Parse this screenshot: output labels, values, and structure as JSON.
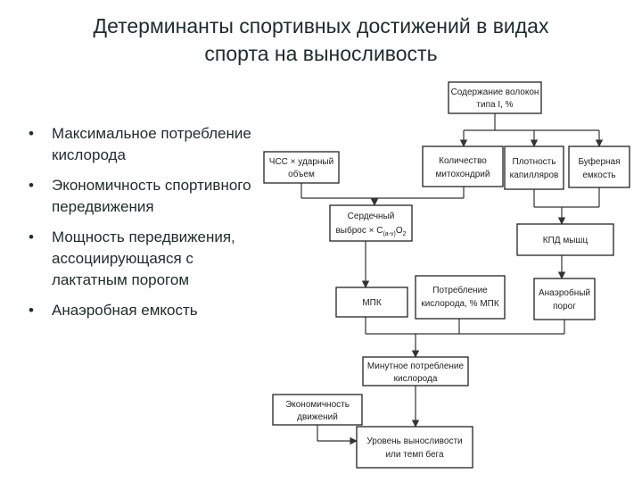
{
  "title": {
    "line1": "Детерминанты спортивных достижений в видах",
    "line2": "спорта на выносливость"
  },
  "bullets": [
    "Максимальное потребление кислорода",
    "Экономичность спортивного передвижения",
    "Мощность передвижения, ассоциирующаяся с лактатным порогом",
    "Анаэробная емкость"
  ],
  "diagram": {
    "fiber_type": [
      "Содержание волокон",
      "типа I, %"
    ],
    "hr_stroke": [
      "ЧСС × ударный",
      "объем"
    ],
    "mitochondria": [
      "Количество",
      "митохондрий"
    ],
    "capillary": [
      "Плотность",
      "капилляров"
    ],
    "buffer": [
      "Буферная",
      "емкость"
    ],
    "cardiac_output": {
      "line1": "Сердечный",
      "line2_prefix": "выброс × C",
      "line2_sub": "(a-v)",
      "line2_suffix": "O",
      "line2_sub2": "2"
    },
    "muscle_efficiency": [
      "КПД мышц"
    ],
    "vo2max": [
      "МПК"
    ],
    "o2_percent": [
      "Потребление",
      "кислорода, % МПК"
    ],
    "anaerobic_threshold": [
      "Анаэробный",
      "порог"
    ],
    "minute_o2": [
      "Минутное потребление",
      "кислорода"
    ],
    "movement_economy": [
      "Экономичность",
      "движений"
    ],
    "endurance_level": [
      "Уровень выносливости",
      "или темп бега"
    ]
  }
}
